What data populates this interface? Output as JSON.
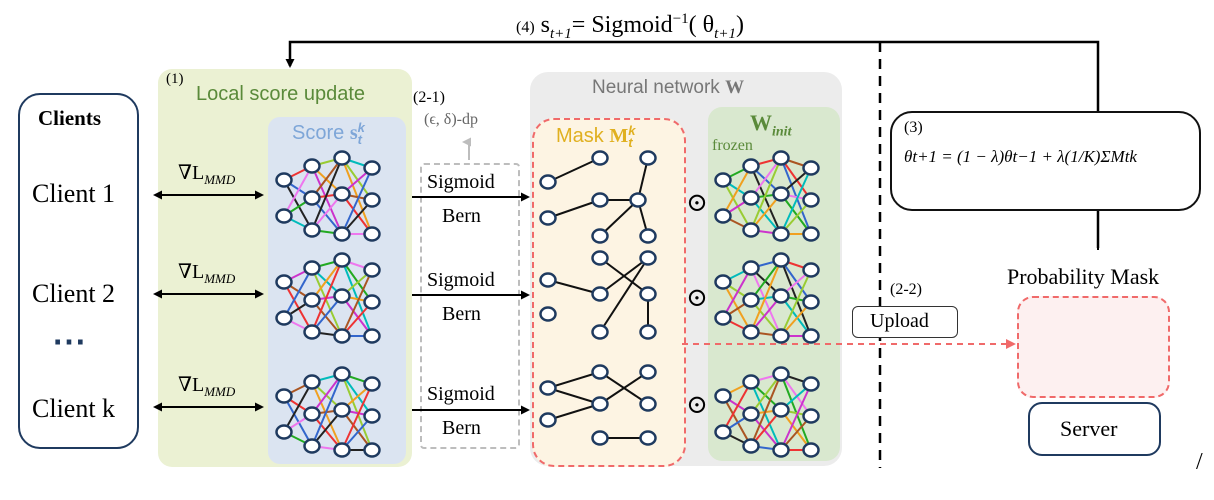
{
  "top_formula": {
    "num": "(4)",
    "text": "s",
    "sub": "t+1",
    "rest": "= Sigmoid",
    "sup": "−1",
    "arg": "( θ",
    "argsub": "t+1",
    "close": ")"
  },
  "clients": {
    "heading": "Clients",
    "items": [
      "Client 1",
      "Client 2",
      "Client k"
    ],
    "ellipsis": "⋯"
  },
  "local_update": {
    "num": "(1)",
    "label": "Local score update"
  },
  "grad_label": "∇L",
  "grad_sub": "MMD",
  "score": {
    "label": "Score",
    "sym": "s",
    "sup": "k",
    "sub": "t"
  },
  "dp": {
    "num": "(2-1)",
    "label": "(ϵ,  δ)-dp"
  },
  "sigmoid": "Sigmoid",
  "bern": "Bern",
  "nn": {
    "label": "Neural network",
    "sym": "W"
  },
  "mask": {
    "label": "Mask",
    "sym": "M",
    "sup": "k",
    "sub": "t"
  },
  "winit": {
    "sym": "W",
    "sub": "init",
    "frozen": "frozen"
  },
  "odot": "⊙",
  "upload": {
    "num": "(2-2)",
    "label": "Upload"
  },
  "eq": {
    "num": "(3)",
    "text": "θt+1 = (1 − λ)θt−1 + λ(1/K)ΣMtk"
  },
  "prob_mask": "Probability Mask",
  "server": "Server",
  "slash": "/",
  "colors": {
    "green_box": "#ebf1d3",
    "score_box": "#dbe4f1",
    "mask_box": "#fdf4e3",
    "winit_box": "#d9e8cf",
    "dashed_red": "#f06a6a",
    "navy": "#1f3a5f",
    "label_green": "#5a8a3a",
    "score_blue": "#7ea6d8",
    "mask_gold": "#e0b020"
  }
}
